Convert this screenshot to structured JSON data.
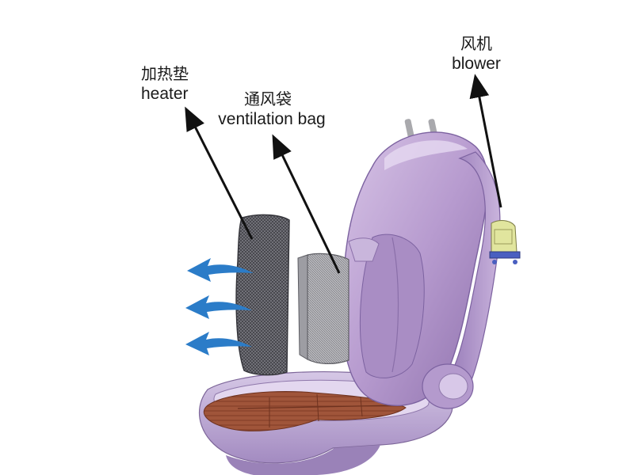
{
  "labels": {
    "heater": {
      "zh": "加热垫",
      "en": "heater"
    },
    "ventilation_bag": {
      "zh": "通风袋",
      "en": "ventilation bag"
    },
    "blower": {
      "zh": "风机",
      "en": "blower"
    }
  },
  "colors": {
    "seat_purple": "#b89ad0",
    "seat_purple_dark": "#8e6fae",
    "cushion_brown": "#9a4f35",
    "heater_mesh": "#5f5f66",
    "ventilation_bag_gray": "#8a8a90",
    "blower_yellow": "#dfe39a",
    "blower_base_blue": "#4a5fc0",
    "airflow_arrow_blue": "#2b7cc8",
    "pointer_arrow": "#111111"
  },
  "icons": [
    "airflow-arrow-icon",
    "pointer-arrow-icon"
  ]
}
